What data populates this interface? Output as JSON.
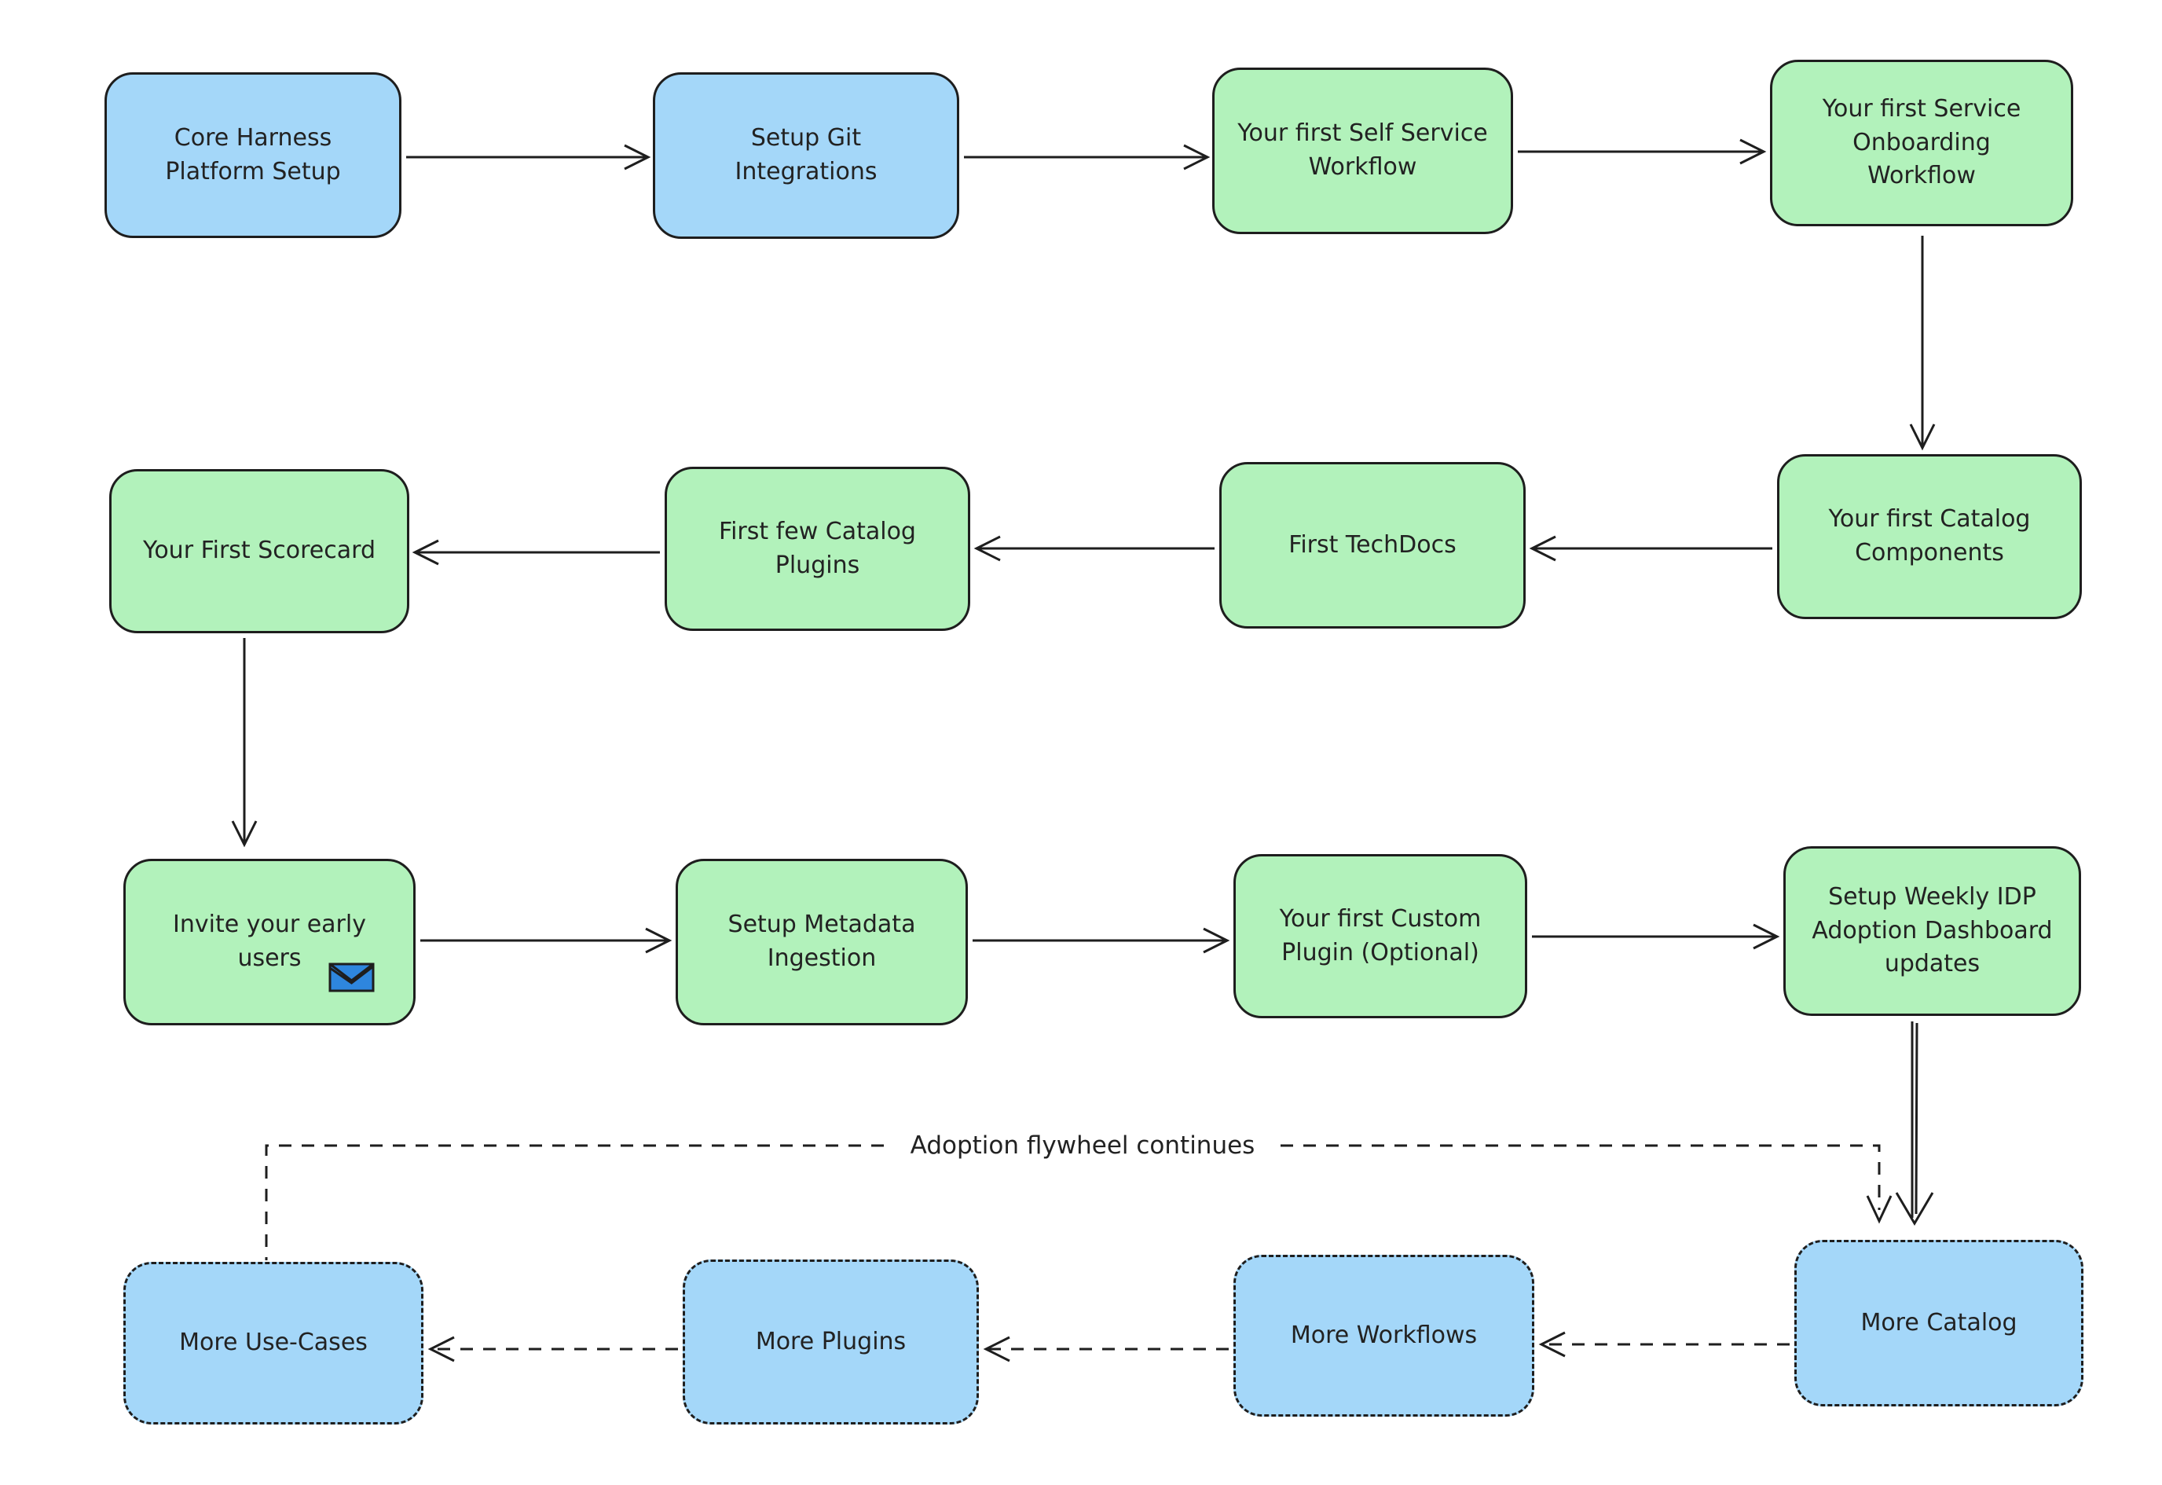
{
  "nodes": {
    "core_harness": "Core Harness\nPlatform Setup",
    "git_integrations": "Setup Git\nIntegrations",
    "self_service_workflow": "Your first Self Service\nWorkflow",
    "service_onboarding_workflow": "Your first Service\nOnboarding\nWorkflow",
    "catalog_components": "Your first Catalog\nComponents",
    "first_techdocs": "First TechDocs",
    "catalog_plugins": "First few Catalog\nPlugins",
    "first_scorecard": "Your First Scorecard",
    "invite_early_users": "Invite your early\nusers",
    "metadata_ingestion": "Setup Metadata\nIngestion",
    "custom_plugin": "Your first Custom\nPlugin (Optional)",
    "weekly_idp_dashboard": "Setup Weekly IDP\nAdoption Dashboard\nupdates",
    "more_use_cases": "More Use-Cases",
    "more_plugins": "More Plugins",
    "more_workflows": "More Workflows",
    "more_catalog": "More Catalog"
  },
  "labels": {
    "flywheel": "Adoption flywheel continues"
  },
  "icons": {
    "invite_early_users": "envelope-icon"
  },
  "colors": {
    "node_blue": "#a4d7f9",
    "node_green": "#b2f2bb",
    "stroke": "#1e1e1e",
    "text": "#222222",
    "envelope_blue": "#2e86de"
  }
}
